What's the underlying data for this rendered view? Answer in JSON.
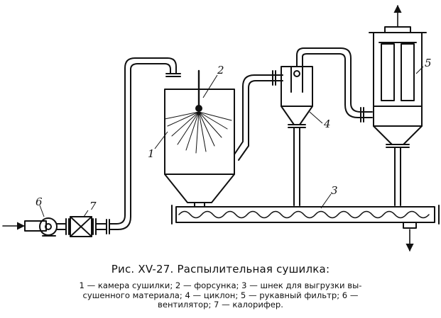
{
  "figure": {
    "callouts": {
      "c1": "1",
      "c2": "2",
      "c3": "3",
      "c4": "4",
      "c5": "5",
      "c6": "6",
      "c7": "7"
    }
  },
  "caption": {
    "title": "Рис. XV-27. Распылительная сушилка:",
    "legend": [
      "1 — камера сушилки; 2 — форсунка; 3 — шнек для выгрузки вы-",
      "сушенного материала; 4 — циклон; 5 — рукавный фильтр; 6 —",
      "вентилятор; 7 — калорифер."
    ]
  }
}
